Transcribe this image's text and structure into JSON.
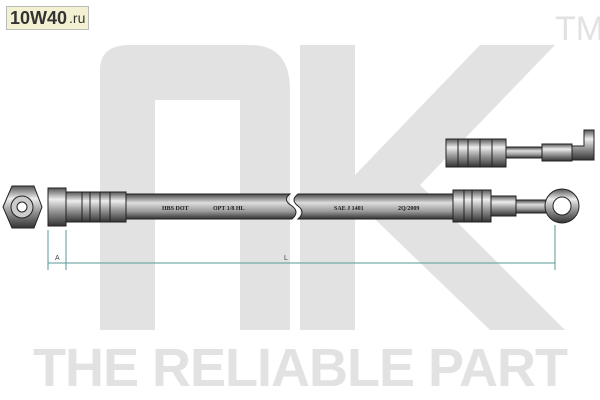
{
  "brand": {
    "logo_text": "nk",
    "trademark": "TM",
    "tagline": "THE RELIABLE PART"
  },
  "hose_print": [
    "HBS DOT",
    "OPT 1/8 HL",
    "SAE J 1401",
    "2Q/2009"
  ],
  "dimensions": {
    "a_label": "A",
    "l_label": "L"
  },
  "watermark": {
    "main": "10W40",
    "suffix": ".ru"
  },
  "colors": {
    "logo_gray": "#e2e2e2",
    "dimension_line": "#5a9a9a"
  }
}
